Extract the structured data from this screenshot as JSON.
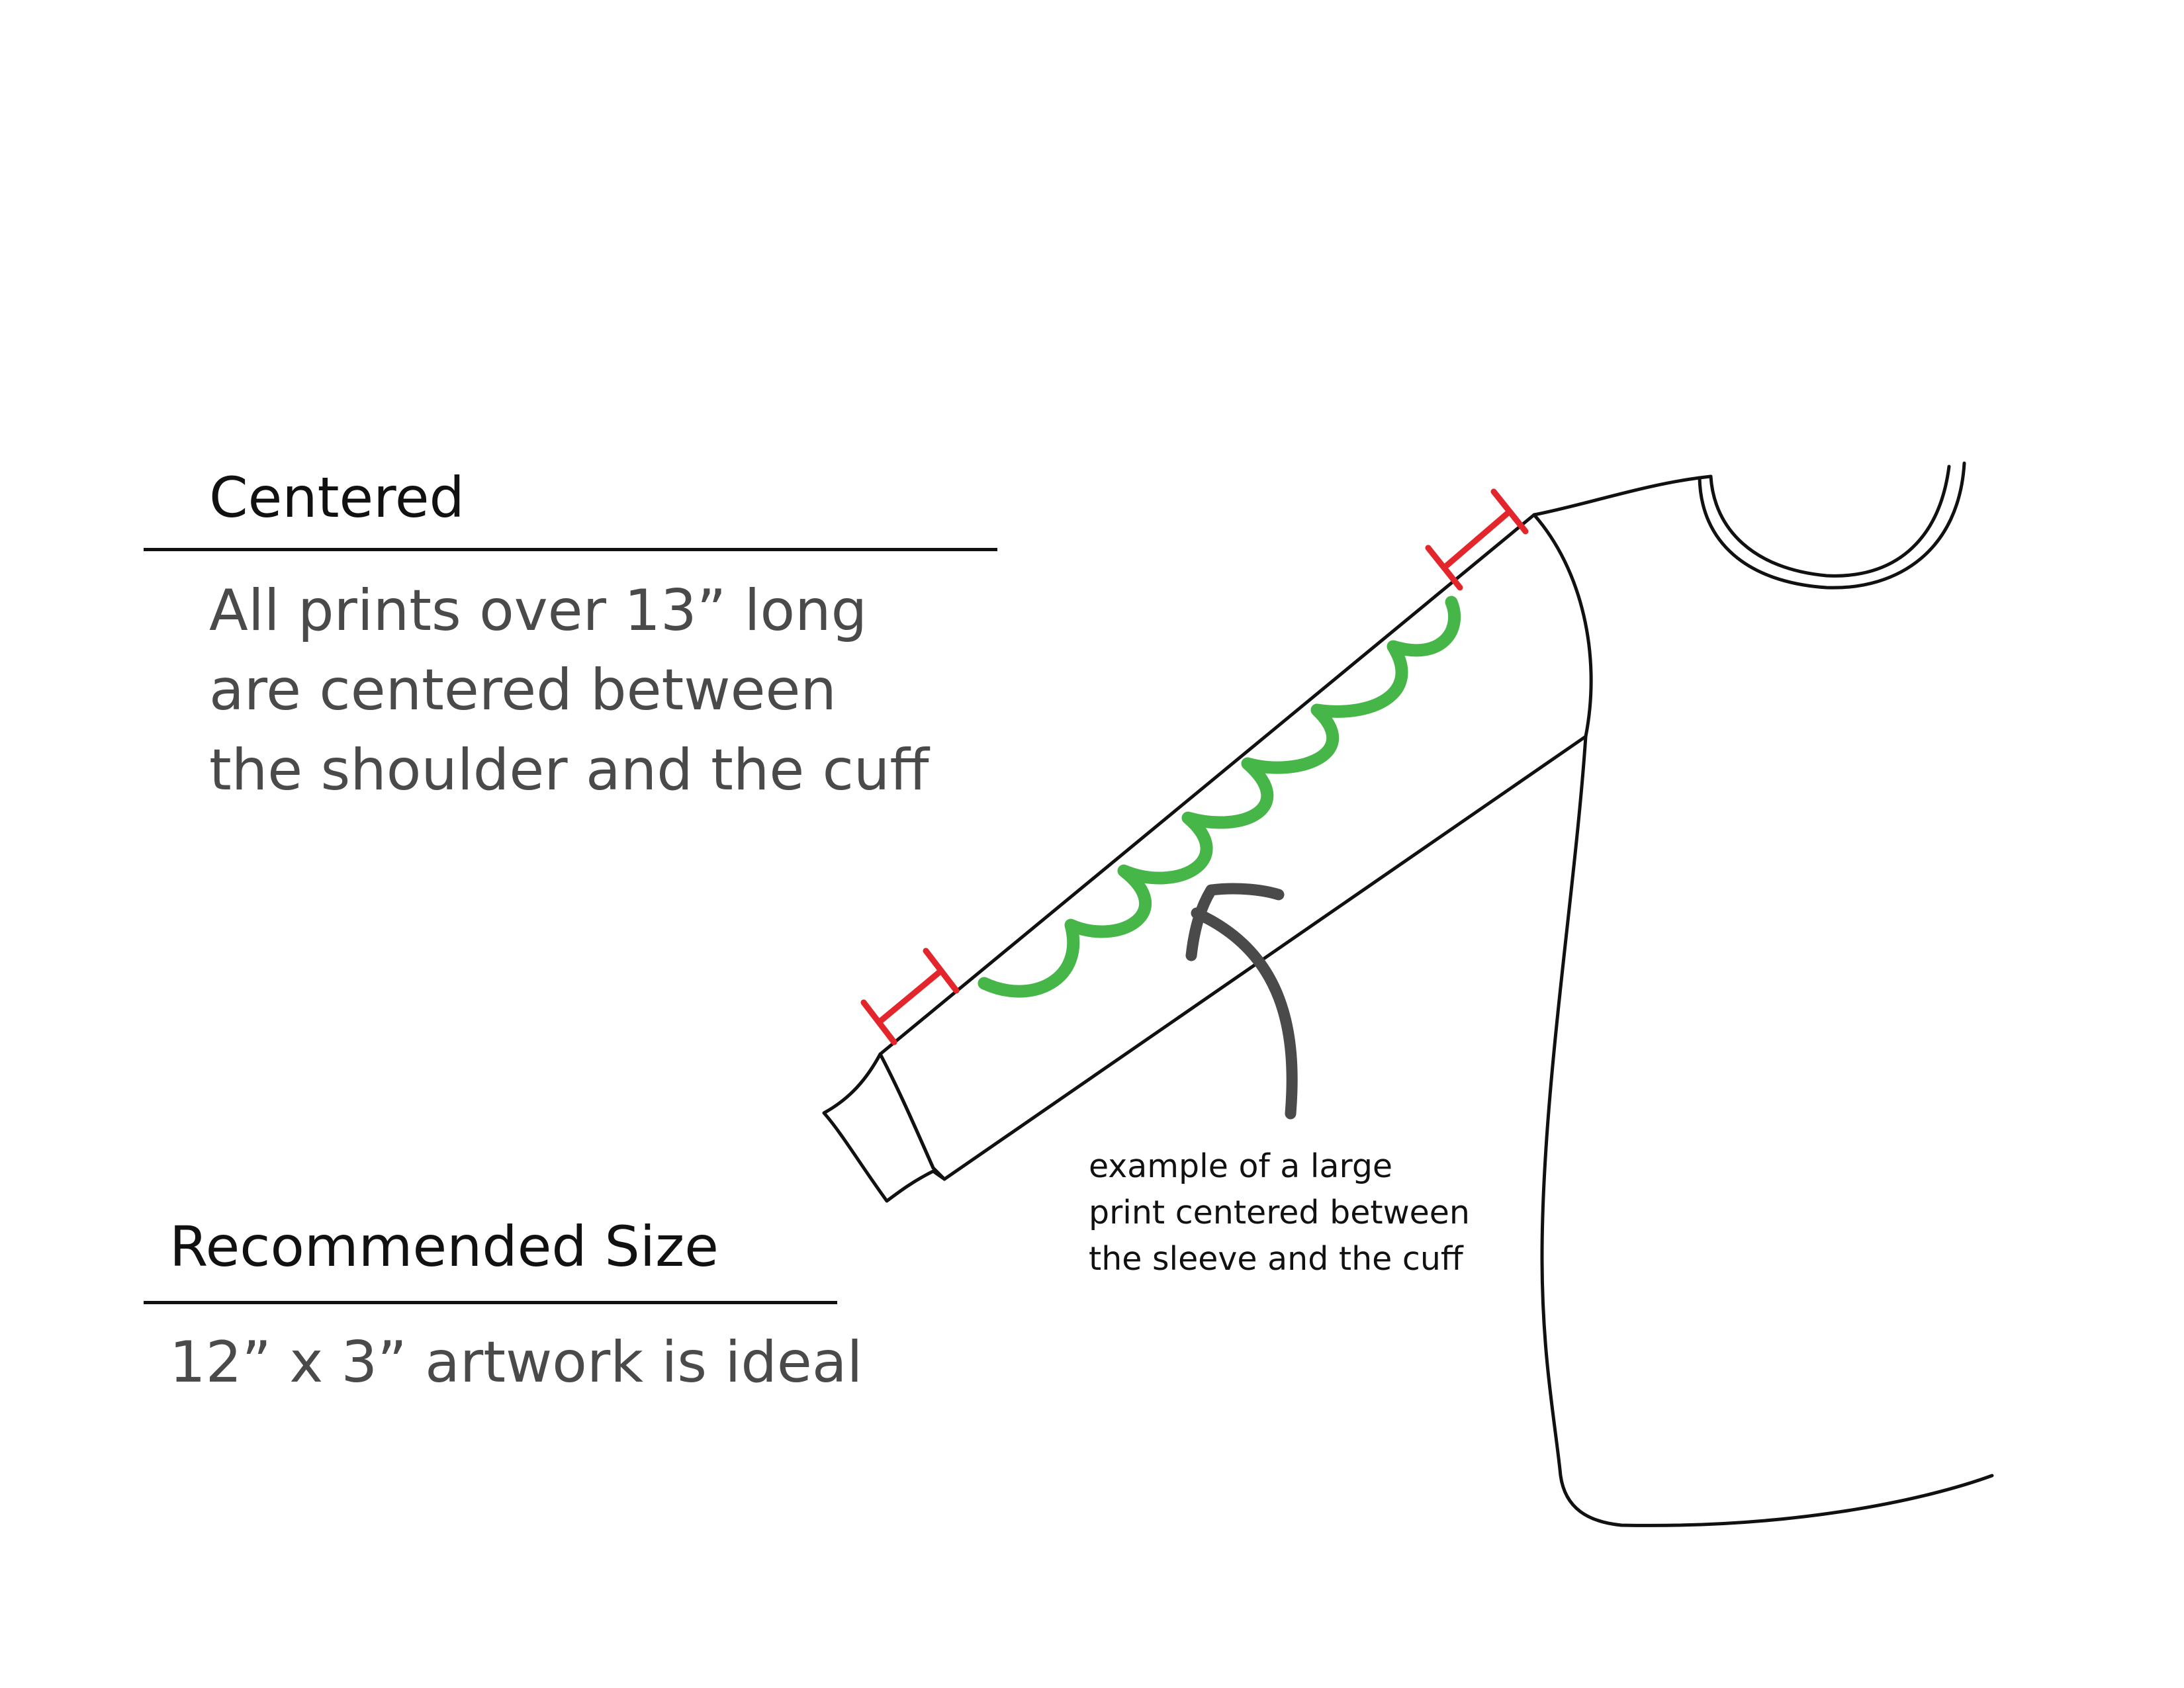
{
  "centered": {
    "heading": "Centered",
    "lines": [
      "All prints over 13” long",
      "are centered between",
      "the shoulder and the cuff"
    ]
  },
  "recommended": {
    "heading": "Recommended Size",
    "text": "12” x 3”  artwork is ideal"
  },
  "annotation": {
    "lines": [
      "example of a large",
      "print centered between",
      "the sleeve and the cuff"
    ]
  },
  "colors": {
    "outline": "#111111",
    "print": "#47b649",
    "marker": "#e3262c",
    "arrow": "#4a4a4a",
    "body_text": "#4a4a4a"
  },
  "icons": {
    "shirt": "sweatshirt-outline",
    "print": "scallop-print",
    "arrow": "curved-arrow"
  }
}
